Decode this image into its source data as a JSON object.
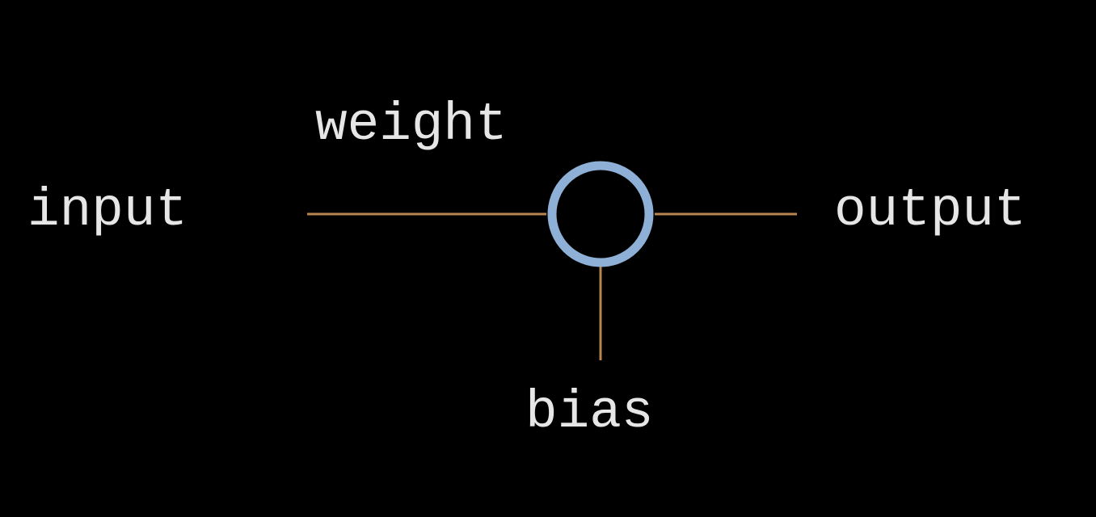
{
  "labels": {
    "input": "input",
    "weight": "weight",
    "output": "output",
    "bias": "bias"
  },
  "colors": {
    "background": "#000000",
    "text": "#e6e6e6",
    "connection": "#b9854f",
    "node_ring": "#8fb0d6"
  }
}
